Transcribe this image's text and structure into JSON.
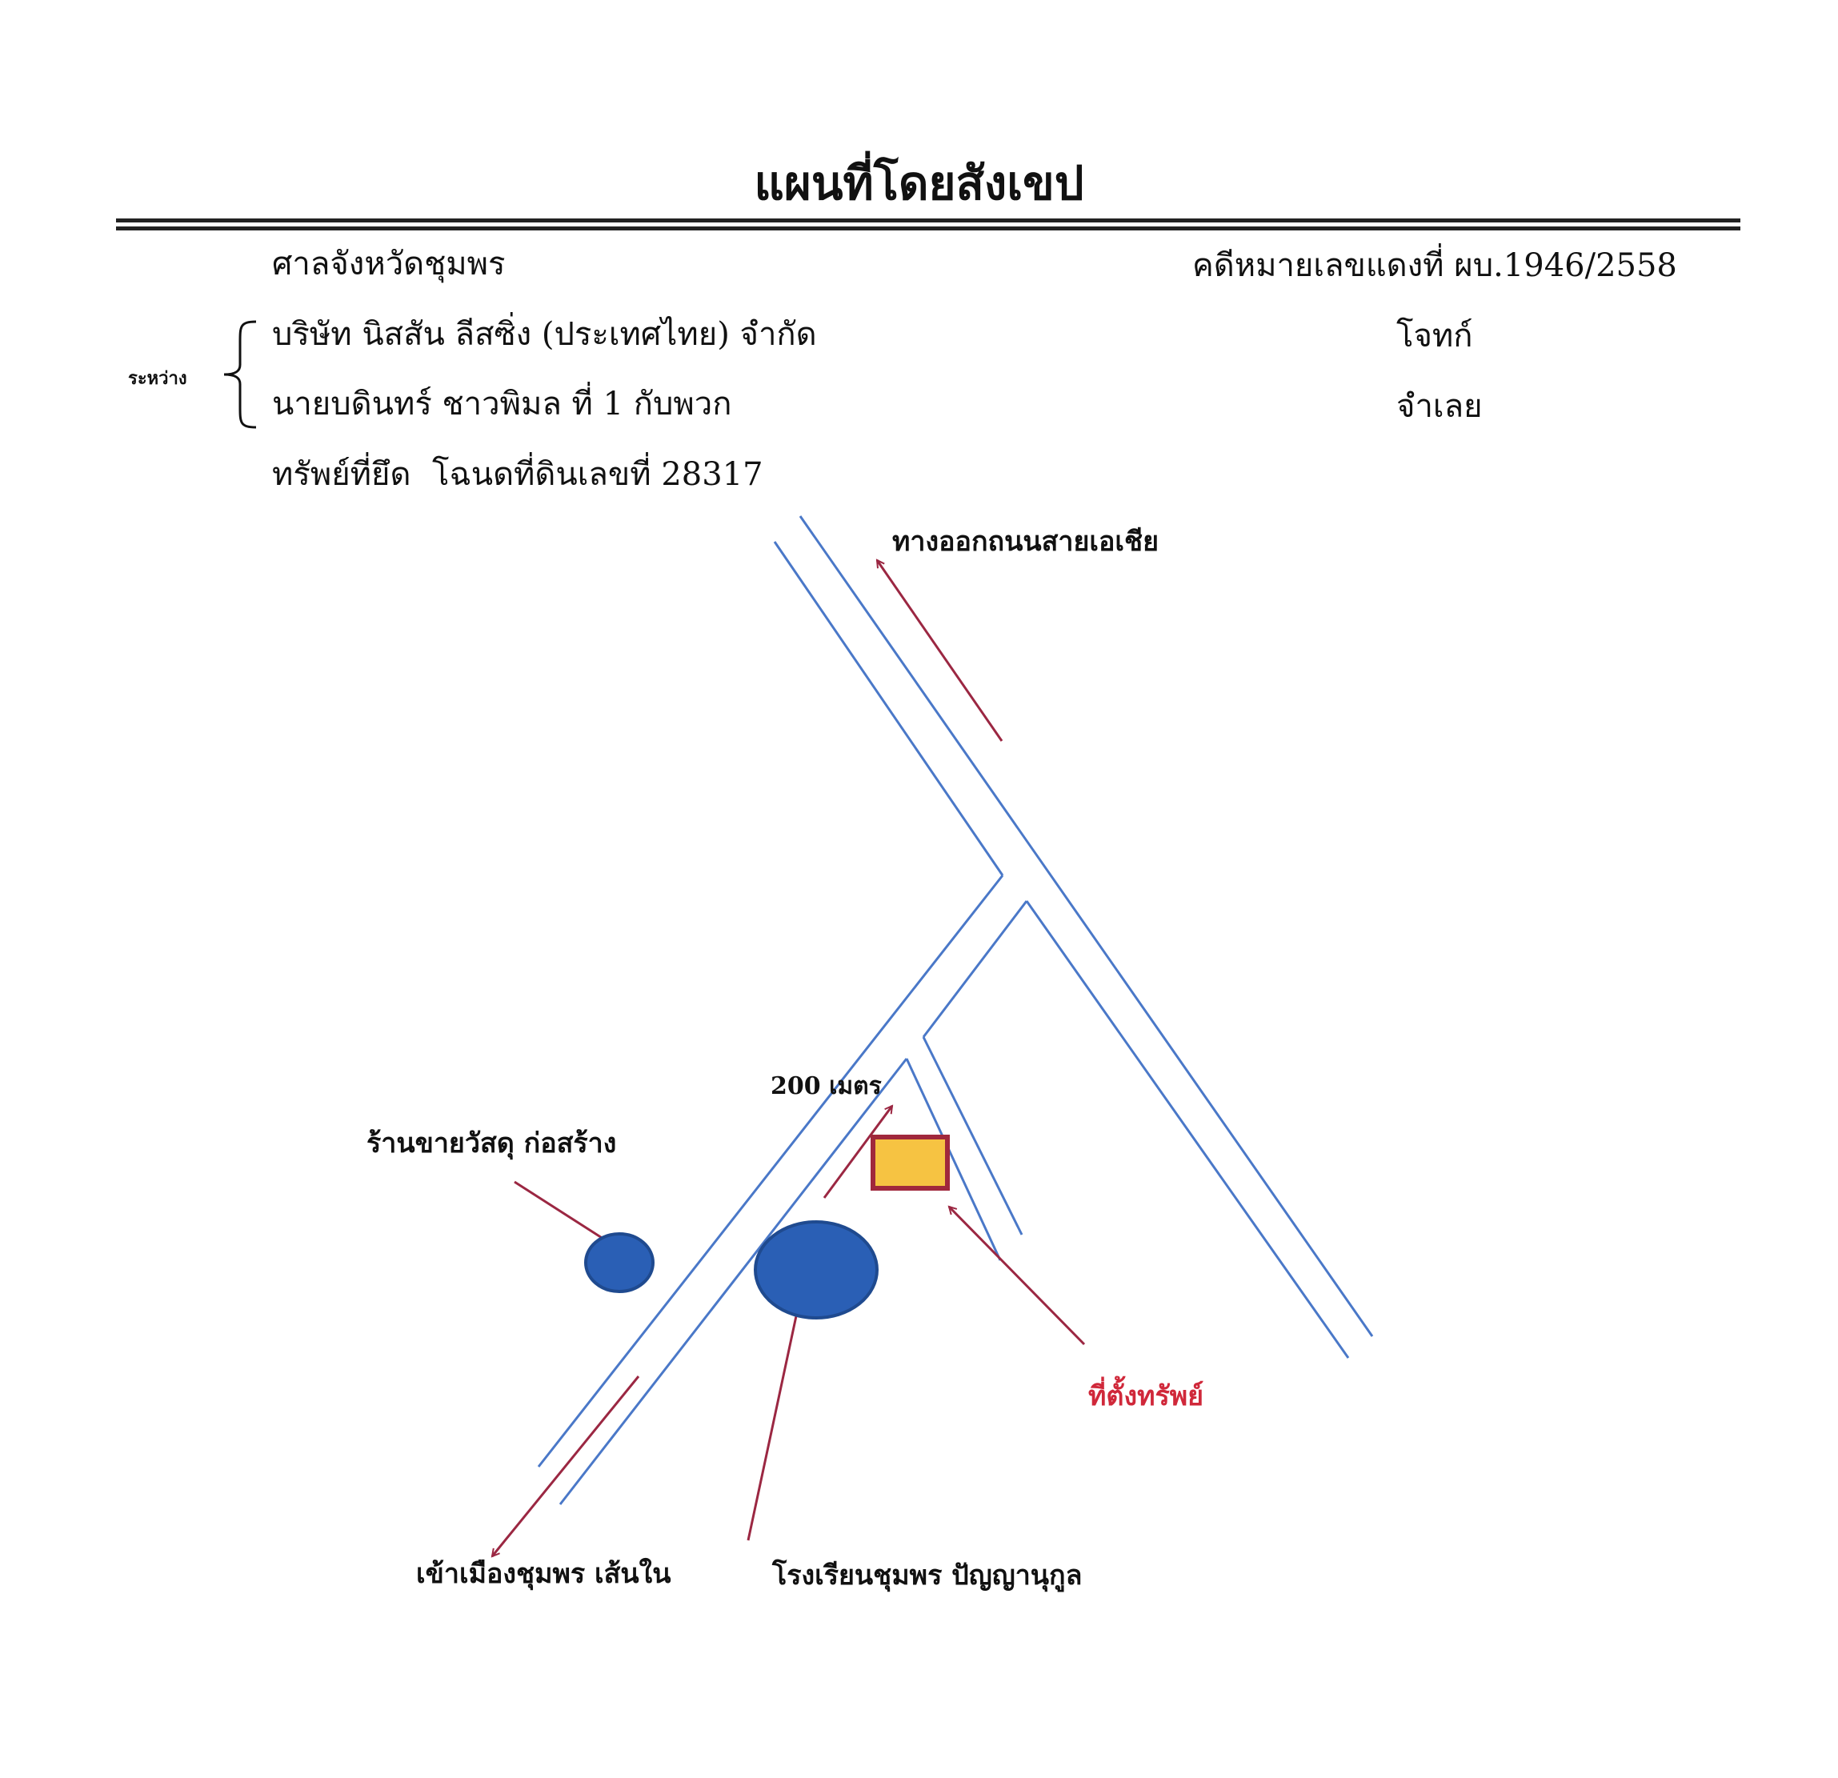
{
  "title": "แผนที่โดยสังเขป",
  "court": "ศาลจังหวัดชุมพร",
  "case_number": "คดีหมายเลขแดงที่ ผบ.1946/2558",
  "between_label": "ระหว่าง",
  "plaintiff": {
    "name": "บริษัท นิสสัน ลีสซิ่ง (ประเทศไทย) จำกัด",
    "role": "โจทก์"
  },
  "defendant": {
    "name": "นายบดินทร์ ชาวพิมล ที่ 1 กับพวก",
    "role": "จำเลย"
  },
  "seized_property": {
    "label": "ทรัพย์ที่ยึด",
    "value": "โฉนดที่ดินเลขที่ 28317"
  },
  "map": {
    "labels": {
      "exit_asia_road": "ทางออกถนนสายเอเชีย",
      "distance": "200 เมตร",
      "materials_shop": "ร้านขายวัสดุ ก่อสร้าง",
      "property_location": "ที่ตั้งทรัพย์",
      "to_chumphon_city": "เข้าเมืองชุมพร เส้นใน",
      "school": "โรงเรียนชุมพร ปัญญานุกูล"
    },
    "colors": {
      "road": "#4a78c8",
      "arrow": "#9b2742",
      "landmark_fill": "#2a5fb5",
      "landmark_stroke": "#1f4a8f",
      "property_fill": "#f6c342",
      "property_stroke": "#a0283c",
      "property_label": "#d0283a"
    }
  }
}
